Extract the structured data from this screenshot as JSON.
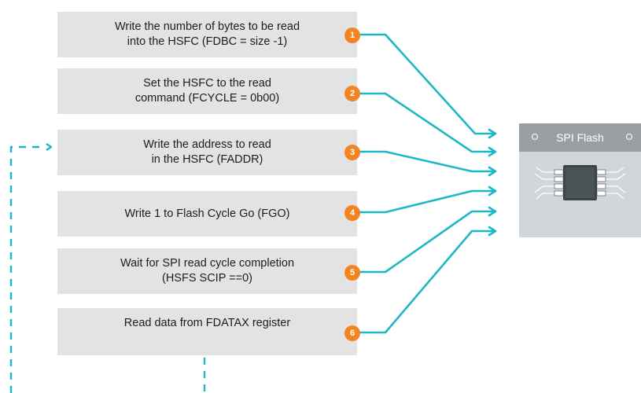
{
  "steps": [
    {
      "num": "1",
      "text": "Write the number of bytes to be read\ninto the HSFC (FDBC = size -1)"
    },
    {
      "num": "2",
      "text": "Set the HSFC to the read\ncommand (FCYCLE = 0b00)"
    },
    {
      "num": "3",
      "text": "Write the address to read\nin the HSFC (FADDR)"
    },
    {
      "num": "4",
      "text": "Write 1 to Flash Cycle Go (FGO)"
    },
    {
      "num": "5",
      "text": "Wait for SPI read cycle completion\n(HSFS  SCIP ==0)"
    },
    {
      "num": "6",
      "text": "Read data from FDATAX register"
    }
  ],
  "device": {
    "label": "SPI Flash"
  },
  "colors": {
    "box": "#e3e3e3",
    "badge": "#f28522",
    "connector": "#1db8c7",
    "loop": "#1db8c7",
    "chip_header": "#9aa0a2",
    "chip_body": "#d2d6d8",
    "chip_ic": "#3c4447"
  }
}
